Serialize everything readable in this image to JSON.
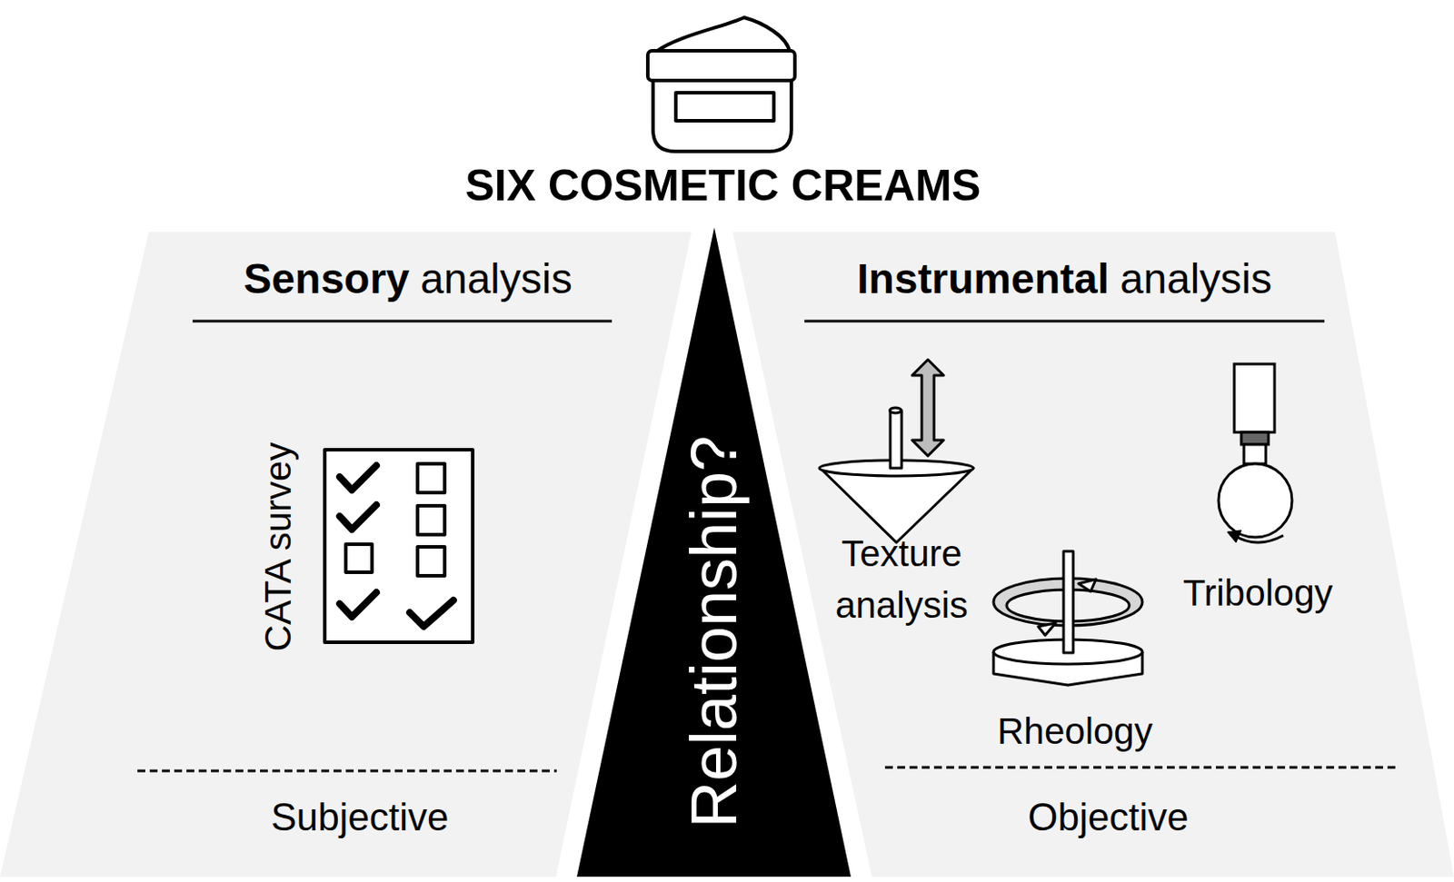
{
  "diagram": {
    "title": "SIX COSMETIC CREAMS",
    "nodes": [
      {
        "text": [
          "Sensory",
          "analysis",
          "CATA survey",
          "Subjective"
        ]
      },
      {
        "text": [
          "Relationship?"
        ]
      },
      {
        "text": [
          "Instrumental",
          "analysis",
          "Texture analysis",
          "Tribology",
          "Rheology",
          "Objective"
        ]
      }
    ]
  }
}
